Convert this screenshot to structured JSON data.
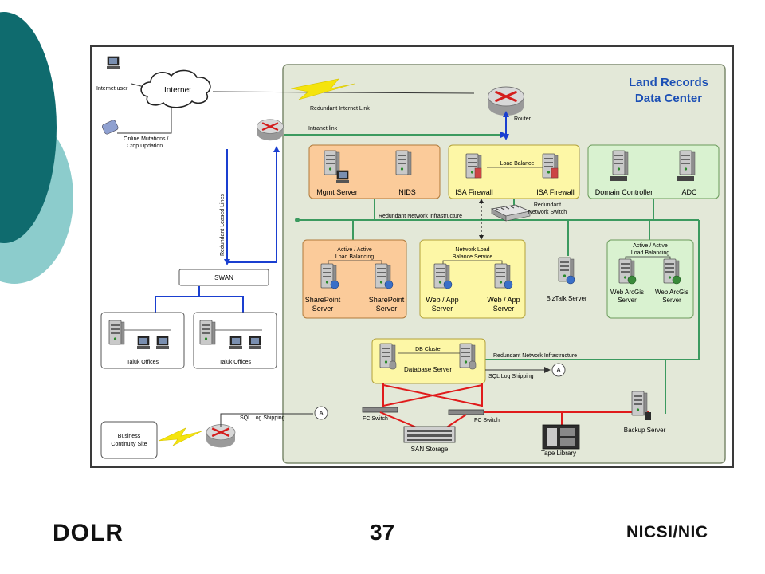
{
  "slide": {
    "footer_left": "DOLR",
    "page_number": "37",
    "footer_right": "NICSI/NIC"
  },
  "colors": {
    "teal_dark": "#0f6b6e",
    "teal_light": "#8ccccc",
    "datacenter_bg": "#e3e8d8",
    "orange_box": "#fbcb9a",
    "yellow_box": "#fdf7a6",
    "green_box": "#d9f2d0",
    "green_line": "#3c9a5f",
    "blue_line": "#1a3fd0",
    "red_line": "#e01b1b"
  },
  "diagram": {
    "title_line1": "Land Records",
    "title_line2": "Data Center",
    "internet_user": "Internet user",
    "internet": "Internet",
    "online_mutations_line1": "Online Mutations /",
    "online_mutations_line2": "Crop Updation",
    "redundant_internet_link": "Redundant Internet Link",
    "router": "Router",
    "intranet_link": "Intranet link",
    "redundant_leased_lines": "Redundant Leased Lines",
    "swan": "SWAN",
    "taluk_offices_1": "Taluk Offices",
    "taluk_offices_2": "Taluk Offices",
    "business_continuity_line1": "Business",
    "business_continuity_line2": "Continuity Site",
    "sql_log_shipping_bottom": "SQL Log Shipping",
    "sql_log_shipping_db": "SQL Log Shipping",
    "connector_a": "A",
    "mgmt_server": "Mgmt Server",
    "nids": "NIDS",
    "load_balance": "Load Balance",
    "isa_firewall_1": "ISA Firewall",
    "isa_firewall_2": "ISA Firewall",
    "domain_controller": "Domain Controller",
    "adc": "ADC",
    "redundant_network_switch_line1": "Redundant",
    "redundant_network_switch_line2": "Network Switch",
    "redundant_network_infrastructure_top": "Redundant Network Infrastructure",
    "active_active_1": "Active / Active",
    "load_balancing_1": "Load Balancing",
    "sharepoint_server_1_line1": "SharePoint",
    "sharepoint_server_1_line2": "Server",
    "sharepoint_server_2_line1": "SharePoint",
    "sharepoint_server_2_line2": "Server",
    "network_load_line1": "Network Load",
    "network_load_line2": "Balance Service",
    "web_app_1_line1": "Web / App",
    "web_app_1_line2": "Server",
    "web_app_2_line1": "Web / App",
    "web_app_2_line2": "Server",
    "biztalk_server": "BizTalk Server",
    "active_active_2": "Active / Active",
    "load_balancing_2": "Load Balancing",
    "web_arcgis_1_line1": "Web ArcGis",
    "web_arcgis_1_line2": "Server",
    "web_arcgis_2_line1": "Web ArcGis",
    "web_arcgis_2_line2": "Server",
    "db_cluster": "DB Cluster",
    "database_server": "Database Server",
    "redundant_network_infrastructure_db": "Redundant Network Infrastructure",
    "fc_switch_1": "FC Switch",
    "fc_switch_2": "FC Switch",
    "san_storage": "SAN Storage",
    "tape_library": "Tape Library",
    "backup_server": "Backup Server"
  }
}
